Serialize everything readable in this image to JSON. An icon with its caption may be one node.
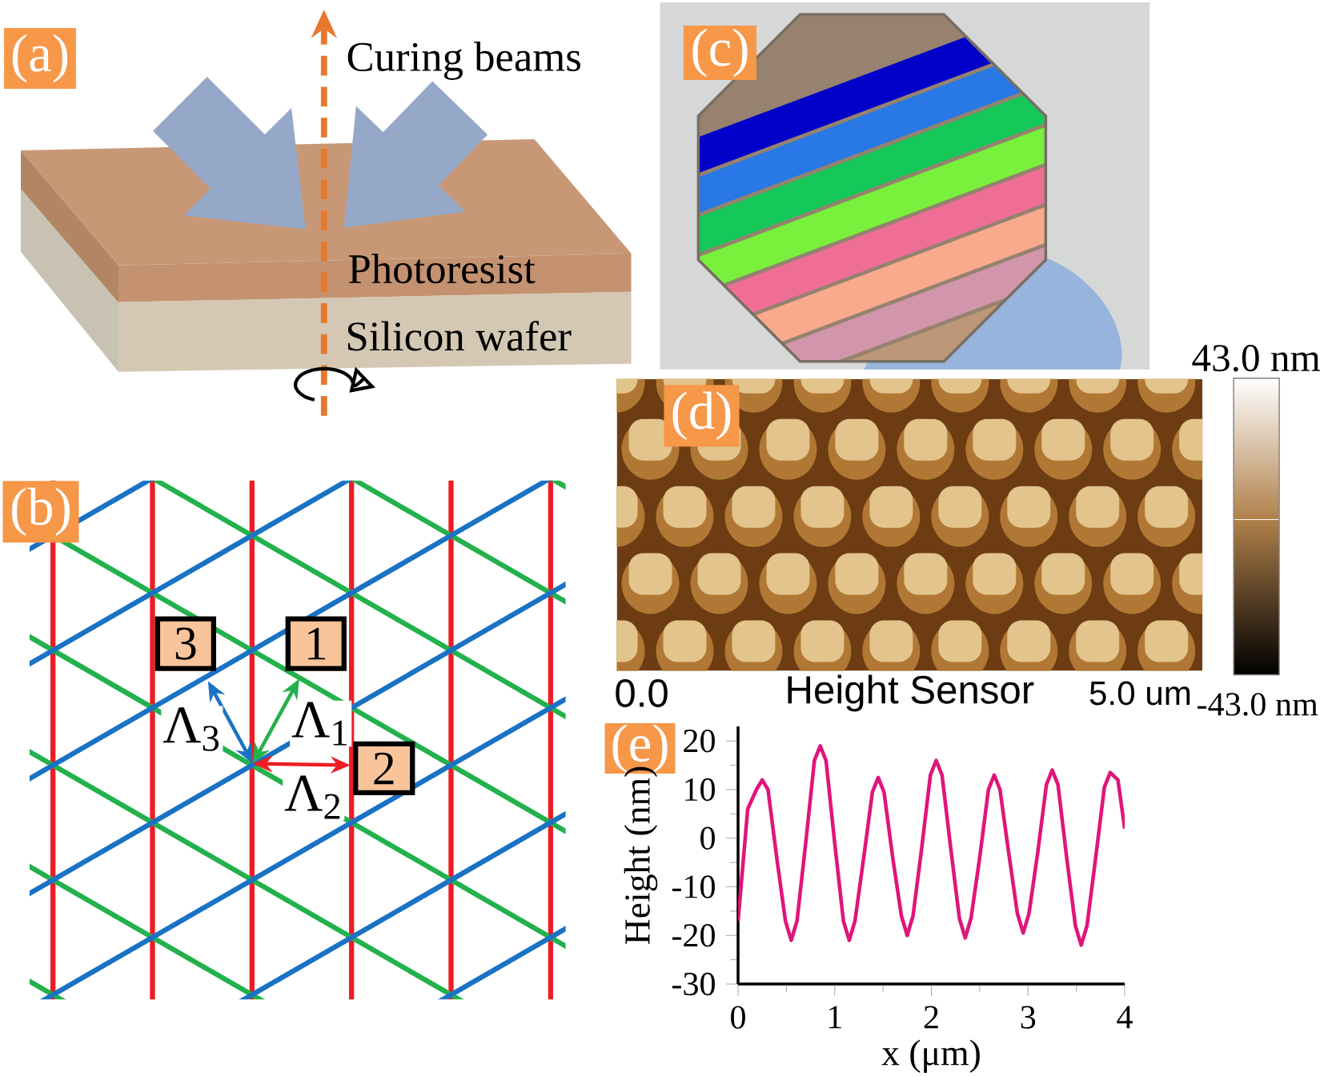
{
  "diagram": {
    "nodes": [
      {
        "text": [
          "(a)"
        ]
      },
      {
        "text": [
          "(b)"
        ]
      },
      {
        "text": [
          "3"
        ]
      },
      {
        "text": [
          "1"
        ]
      },
      {
        "text": [
          "2"
        ]
      },
      {
        "text": [
          "(c)"
        ]
      },
      {
        "text": [
          "(d)"
        ]
      },
      {
        "text": [
          "(e)"
        ]
      }
    ],
    "labels": [
      "Curing beams",
      "Photoresist",
      "Silicon wafer",
      "Λ$_{3}$",
      "Λ$_{1}$",
      "Λ$_{2}$",
      "43.0 nm",
      "0.0",
      "Height Sensor",
      "5.0 um",
      "-43.0 nm"
    ],
    "chart_data": {
      "type": "line",
      "xlabel": "x (μm)",
      "ylabel": "Height (nm)",
      "x": [
        0,
        0.1,
        0.19,
        0.25,
        0.31,
        0.4,
        0.49,
        0.55,
        0.61,
        0.7,
        0.79,
        0.85,
        0.91,
        1.0,
        1.09,
        1.15,
        1.21,
        1.3,
        1.39,
        1.45,
        1.51,
        1.6,
        1.69,
        1.75,
        1.81,
        1.9,
        1.99,
        2.05,
        2.11,
        2.2,
        2.29,
        2.35,
        2.41,
        2.5,
        2.59,
        2.65,
        2.71,
        2.8,
        2.89,
        2.95,
        3.01,
        3.1,
        3.19,
        3.25,
        3.31,
        3.4,
        3.49,
        3.55,
        3.61,
        3.7,
        3.79,
        3.85,
        3.93,
        4.0
      ],
      "series": [
        {
          "color": "#e0157a",
          "values": [
            -17,
            6,
            10,
            12,
            10,
            -4,
            -17,
            -21,
            -17,
            -1,
            16,
            19,
            16,
            -1,
            -17,
            -21,
            -17,
            -4,
            9.5,
            12.5,
            9.5,
            -4,
            -16,
            -20,
            -16,
            -2,
            13,
            16,
            13,
            -2,
            -16.5,
            -20.5,
            -16.5,
            -4,
            10,
            13,
            10,
            -3,
            -15.5,
            -19.5,
            -15.5,
            -3,
            11,
            14,
            11,
            -4,
            -18,
            -22,
            -18,
            -4,
            10.5,
            13.5,
            12,
            2
          ]
        }
      ],
      "xlim": [
        0,
        4
      ],
      "ylim": [
        -30,
        23
      ],
      "xticks": [
        0,
        1,
        2,
        3,
        4
      ],
      "yticks": [
        -30,
        -20,
        -10,
        0,
        10,
        20
      ]
    }
  }
}
